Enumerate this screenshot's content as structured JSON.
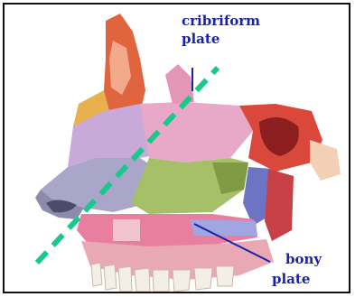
{
  "labels": {
    "cribriform_line1": "cribriform",
    "cribriform_line2": "plate",
    "bony_line1": "bony",
    "bony_line2": "plate"
  },
  "colors": {
    "label_text": "#1a22a8",
    "dashed_line": "#19c98a",
    "frame": "#111111"
  }
}
